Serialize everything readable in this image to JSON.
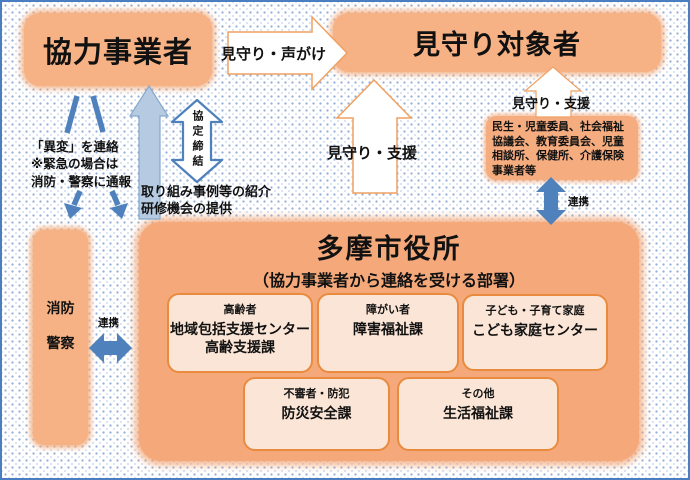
{
  "colors": {
    "node_orange": "#f6b184",
    "cityhall_orange": "#f5a97b",
    "dept_cream": "#fbe5d6",
    "dept_border": "#e98b3f",
    "blue_arrow": "#4f81bd",
    "light_blue_arrow_fill": "#b6cbe2",
    "light_blue_arrow_stroke": "#85a8cd",
    "white_arrow_stroke": "#f0a160",
    "frame_border": "#4a7ec0",
    "background_dots": "#3f6eb4"
  },
  "nodes": {
    "cooperators": {
      "label": "協力事業者"
    },
    "watch_targets": {
      "label": "見守り対象者"
    },
    "city_hall": {
      "title": "多摩市役所",
      "subtitle": "（協力事業者から連絡を受ける部署）"
    },
    "committees": {
      "text": "民生・児童委員、社会福祉協議会、教育委員会、児童相談所、保健所、介護保険事業者等"
    },
    "fire_police": {
      "fire": "消防",
      "police": "警察"
    }
  },
  "departments": [
    {
      "category": "高齢者",
      "name": "地域包括支援センター\n高齢支援課"
    },
    {
      "category": "障がい者",
      "name": "障害福祉課"
    },
    {
      "category": "子ども・子育て家庭",
      "name": "こども家庭センター"
    },
    {
      "category": "不審者・防犯",
      "name": "防災安全課"
    },
    {
      "category": "その他",
      "name": "生活福祉課"
    }
  ],
  "labels": {
    "watch_callout": "見守り・声がけ",
    "watch_support_center": "見守り・支援",
    "watch_support_right": "見守り・支援",
    "report_change": "「異変」を連絡",
    "emergency_note": "※緊急の場合は\n消防・警察に通報",
    "agreement": "協定締結",
    "case_examples": "取り組み事例等の紹介\n研修機会の提供",
    "renkei_left": "連携",
    "renkei_right": "連携"
  }
}
